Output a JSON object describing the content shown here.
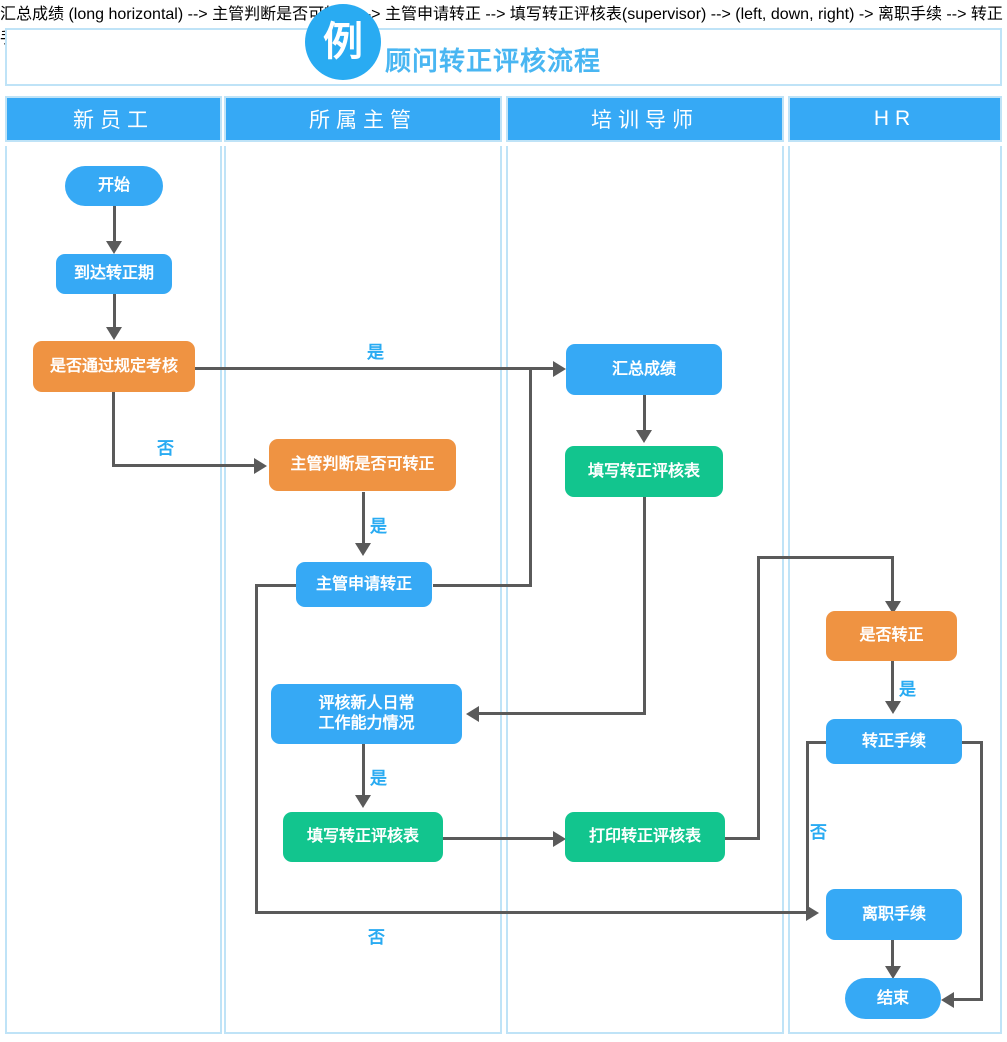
{
  "header": {
    "badge": "例",
    "title": "顾问转正评核流程"
  },
  "lanes": [
    {
      "label": "新员工"
    },
    {
      "label": "所属主管"
    },
    {
      "label": "培训导师"
    },
    {
      "label": "HR"
    }
  ],
  "nodes": {
    "start": "开始",
    "arrive_probation_end": "到达转正期",
    "pass_required_assessment": "是否通过规定考核",
    "supervisor_judge": "主管判断是否可转正",
    "supervisor_apply": "主管申请转正",
    "evaluate_daily": "评核新人日常\n工作能力情况",
    "evaluate_daily_line1": "评核新人日常",
    "evaluate_daily_line2": "工作能力情况",
    "fill_form_sup": "填写转正评核表",
    "summarize_scores": "汇总成绩",
    "fill_form_trainer": "填写转正评核表",
    "print_form": "打印转正评核表",
    "confirm_regularization": "是否转正",
    "regularization_procedure": "转正手续",
    "resignation_procedure": "离职手续",
    "end": "结束"
  },
  "edge_labels": {
    "assess_yes": "是",
    "assess_no": "否",
    "judge_yes": "是",
    "evaluate_yes": "是",
    "supervisor_no": "否",
    "confirm_yes": "是",
    "confirm_no": "否"
  },
  "colors": {
    "blue": "#36a9f5",
    "orange": "#ef9342",
    "green": "#12c58e",
    "lane_border": "#bfe3f7",
    "connector": "#5a5a5a",
    "label_text": "#29abf2",
    "title_text": "#49b6f2"
  }
}
